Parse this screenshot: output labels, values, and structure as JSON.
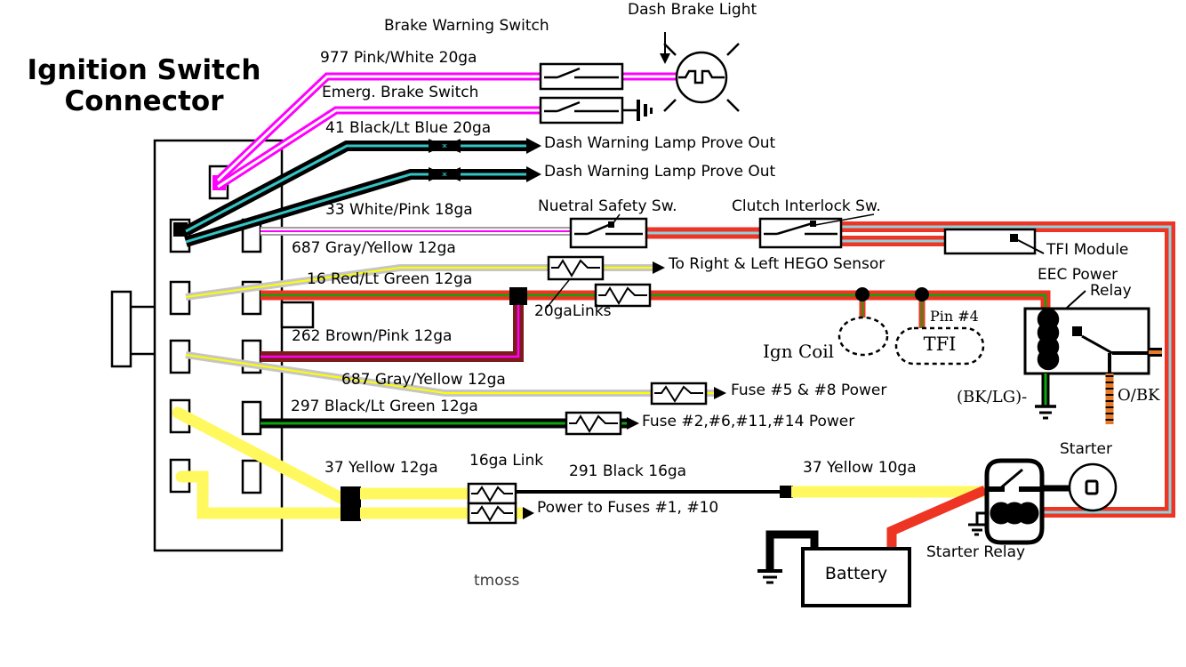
{
  "palette": {
    "magenta": "#FF00FF",
    "white": "#FFFFFF",
    "black": "#000000",
    "cyan": "#35C4C4",
    "lt_blue": "#8FD2DC",
    "red": "#EE3423",
    "green": "#0DA50D",
    "yellow": "#FFFF00",
    "pale_yellow": "#FFF85F",
    "gray": "#C6C6C6",
    "gray_edge": "#A0A0A0",
    "maroon": "#7E1A1A",
    "orange": "#E87B28",
    "signature_gray": "#3A3A3A"
  },
  "title": {
    "line1": "Ignition Switch",
    "line2": "Connector"
  },
  "labels": {
    "brake_warning_switch": "Brake Warning Switch",
    "dash_brake_light": "Dash Brake Light",
    "wire_977": "977 Pink/White 20ga",
    "emerg_brake_switch": "Emerg. Brake Switch",
    "wire_41": "41 Black/Lt Blue 20ga",
    "prove_out_1": "Dash Warning Lamp Prove Out",
    "prove_out_2": "Dash Warning Lamp Prove Out",
    "wire_33": "33 White/Pink 18ga",
    "neutral_safety_sw": "Nuetral Safety Sw.",
    "clutch_interlock_sw": "Clutch Interlock Sw.",
    "tfi_module": "TFI Module",
    "wire_687_hego": "687 Gray/Yellow 12ga",
    "hego_dest": "To Right & Left HEGO Sensor",
    "wire_16": "16 Red/Lt Green 12ga",
    "links_20ga": "20gaLinks",
    "eec_power": "EEC Power",
    "eec_relay": "Relay",
    "wire_262": "262 Brown/Pink 12ga",
    "ign_coil": "Ign Coil",
    "pin_4": "Pin #4",
    "tfi": "TFI",
    "wire_687_fuse": "687 Gray/Yellow 12ga",
    "fuse_5_8": "Fuse #5 & #8 Power",
    "bk_lg": "(BK/LG)-",
    "o_bk": "O/BK",
    "wire_297": "297 Black/Lt Green 12ga",
    "fuse_2_6_11_14": "Fuse #2,#6,#11,#14 Power",
    "starter": "Starter",
    "wire_37_12ga": "37 Yellow 12ga",
    "link_16ga": "16ga Link",
    "wire_291": "291 Black 16ga",
    "wire_37_10ga": "37 Yellow 10ga",
    "power_to_fuses": "Power to Fuses #1, #10",
    "starter_relay": "Starter Relay",
    "battery": "Battery",
    "signature": "tmoss"
  }
}
